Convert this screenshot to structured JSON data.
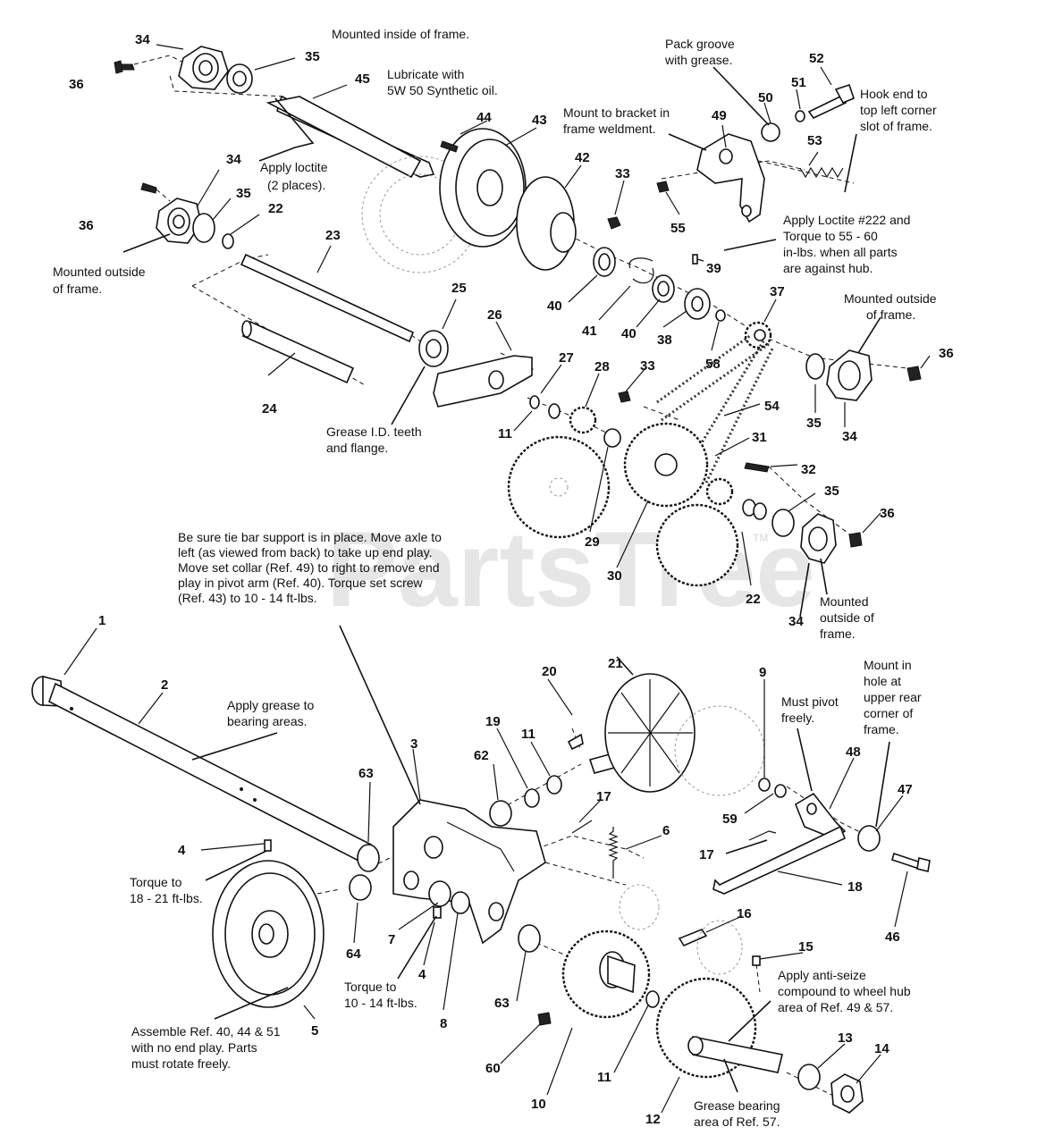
{
  "watermark": "PartsTree",
  "trademark": "TM",
  "part_numbers": [
    "1",
    "2",
    "3",
    "4",
    "4",
    "5",
    "6",
    "7",
    "8",
    "9",
    "10",
    "11",
    "11",
    "11",
    "12",
    "13",
    "14",
    "15",
    "16",
    "17",
    "17",
    "18",
    "19",
    "20",
    "21",
    "22",
    "22",
    "23",
    "24",
    "25",
    "26",
    "27",
    "28",
    "29",
    "30",
    "31",
    "32",
    "33",
    "33",
    "34",
    "34",
    "34",
    "34",
    "35",
    "35",
    "35",
    "35",
    "36",
    "36",
    "36",
    "36",
    "37",
    "38",
    "39",
    "40",
    "40",
    "41",
    "42",
    "43",
    "44",
    "45",
    "46",
    "47",
    "48",
    "49",
    "50",
    "51",
    "52",
    "53",
    "54",
    "55",
    "58",
    "59",
    "60",
    "62",
    "63",
    "63",
    "64"
  ],
  "notes": {
    "mounted_inside": "Mounted inside of frame.",
    "lubricate": [
      "Lubricate with",
      "5W 50 Synthetic oil."
    ],
    "apply_loctite": [
      "Apply loctite",
      "(2 places)."
    ],
    "mounted_outside_left": [
      "Mounted outside",
      "of frame."
    ],
    "mount_bracket": [
      "Mount to bracket in",
      "frame weldment."
    ],
    "pack_groove": [
      "Pack groove",
      "with grease."
    ],
    "hook_end": [
      "Hook end to",
      "top left corner",
      "slot of frame."
    ],
    "loctite_222": [
      "Apply Loctite #222 and",
      "Torque to 55 - 60",
      "in-lbs. when all parts",
      "are against hub."
    ],
    "mounted_outside_right": [
      "Mounted outside",
      "of frame."
    ],
    "grease_id": [
      "Grease I.D. teeth",
      "and flange."
    ],
    "tie_bar": [
      "Be sure tie bar support is in place. Move axle to",
      "left (as viewed from back) to take up end play.",
      "Move set collar (Ref. 49) to right to remove end",
      "play in pivot arm (Ref. 40). Torque set screw",
      "(Ref. 43) to 10 - 14 ft-lbs."
    ],
    "mounted_outside_lower": [
      "Mounted",
      "outside of",
      "frame."
    ],
    "apply_grease": [
      "Apply grease to",
      "bearing areas."
    ],
    "mount_hole": [
      "Mount in",
      "hole at",
      "upper rear",
      "corner of",
      "frame."
    ],
    "must_pivot": [
      "Must pivot",
      "freely."
    ],
    "torque_18": [
      "Torque to",
      "18 - 21 ft-lbs."
    ],
    "torque_10": [
      "Torque to",
      "10 - 14 ft-lbs."
    ],
    "anti_seize": [
      "Apply anti-seize",
      "compound to wheel hub",
      "area of Ref. 49 & 57."
    ],
    "assemble": [
      "Assemble Ref. 40, 44 & 51",
      "with no end play. Parts",
      "must rotate freely."
    ],
    "grease_bearing": [
      "Grease bearing",
      "area of Ref. 57."
    ]
  }
}
